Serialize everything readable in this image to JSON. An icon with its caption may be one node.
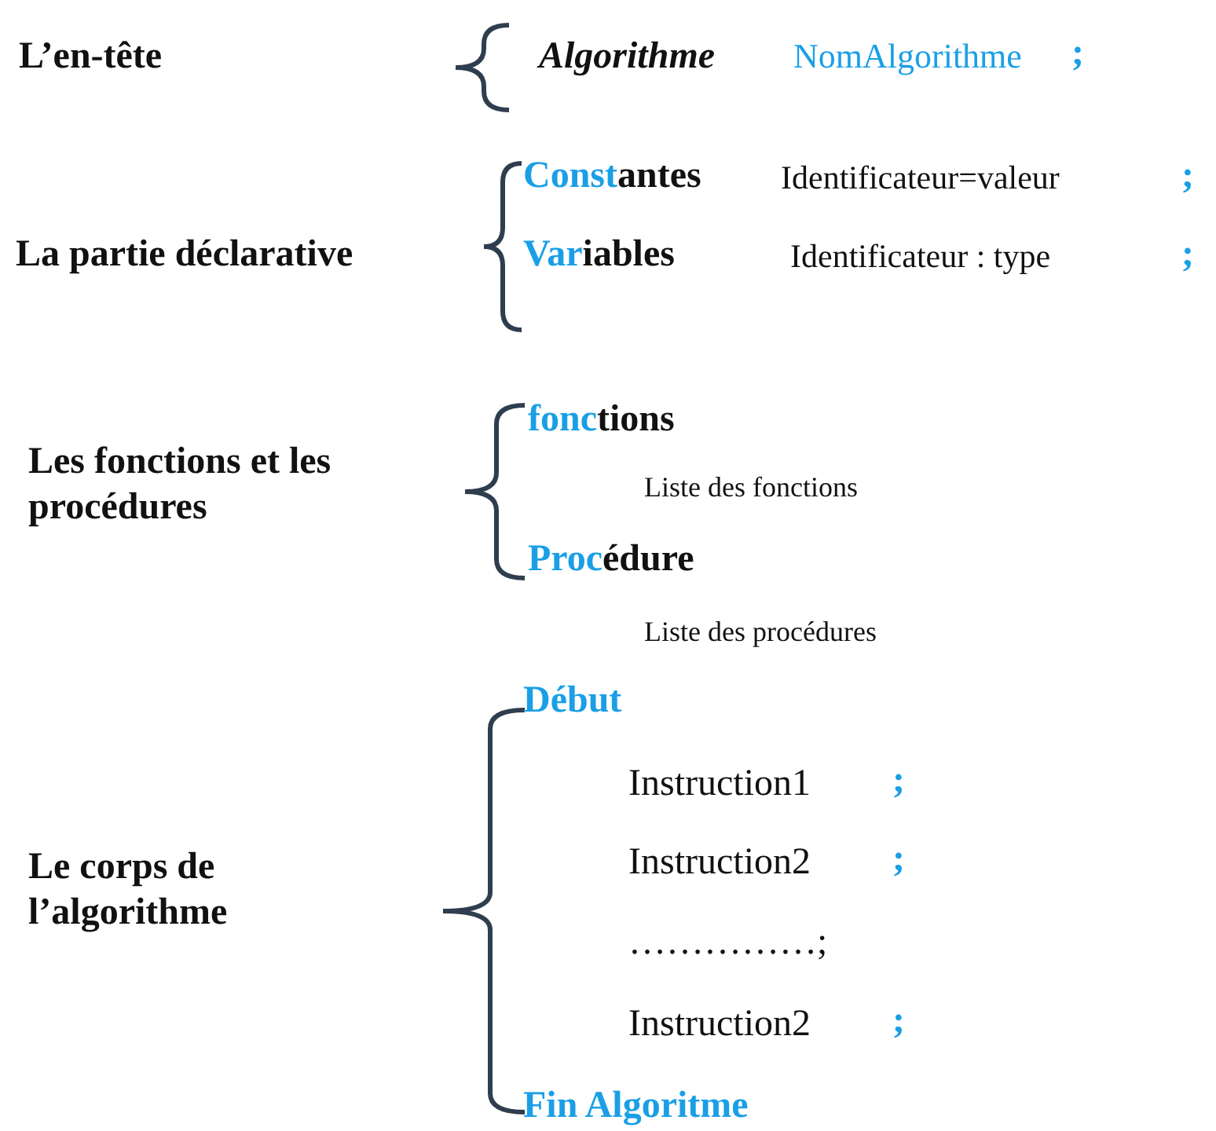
{
  "diagram": {
    "labels": [
      "L’en-tête",
      "Algorithme",
      "NomAlgorithme",
      ";",
      "La partie déclarative",
      "Constantes",
      "Identificateur=valeur",
      ";",
      "Variables",
      "Identificateur : type",
      ";",
      "Les fonctions et les procédures",
      "fonctions",
      "Liste des fonctions",
      "Procédure",
      "Liste des procédures",
      "Le corps de l’algorithme",
      "Début",
      "Instruction1",
      ";",
      "Instruction2",
      ";",
      "……………;",
      "Instruction2",
      ";",
      "Fin Algoritme"
    ]
  }
}
